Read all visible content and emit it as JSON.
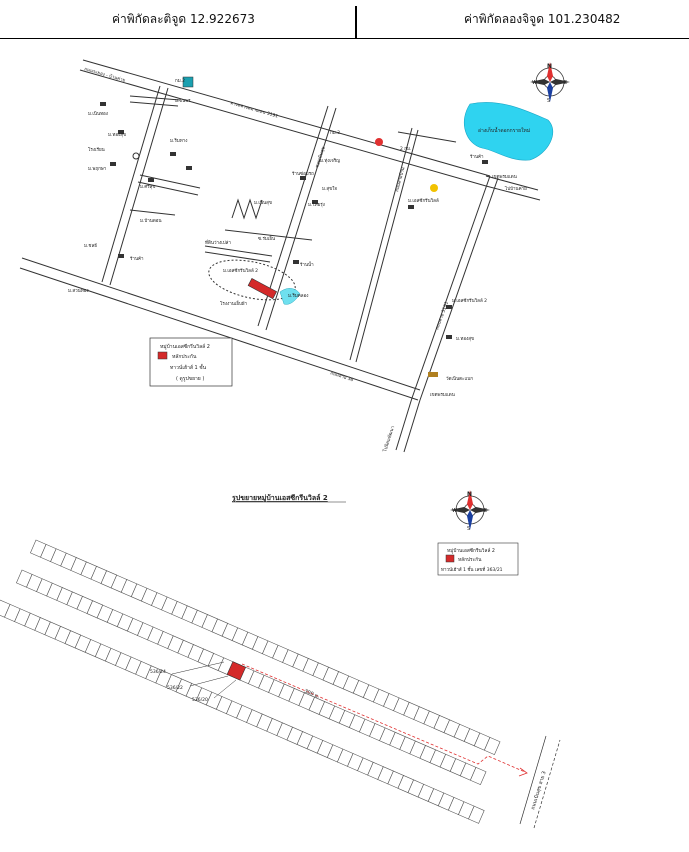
{
  "header": {
    "latitude_text": "ค่าพิกัดละติจูด 12.922673",
    "longitude_text": "ค่าพิกัดลองจิจูด 101.230482"
  },
  "map1": {
    "labels": {
      "road_top": "ถนนระยอง - บ้านค่าย",
      "road_main": "ทางหลวงหมายเลข 3191",
      "km_1": "กม.2",
      "km_2": "กม.3",
      "km_3": "2 กม.",
      "lake": "อ่างเก็บน้ำดอกกรายใหม่",
      "school": "โรงเรียน",
      "shop_1": "ร้านค้า",
      "shop_2": "ร้านค้า",
      "village_1": "ม.เอสซีกรีนวิลล์",
      "temple": "วัดเนินตะแบก",
      "right_road_1": "เขตพรมแดน",
      "right_road_2": "ไปบ้านค่าย",
      "road_right_v": "ถนนสาย 3191",
      "road_bottom": "ถนนสาย 36",
      "road_left": "ถนนสายบ้าน",
      "bottom_right_label": "เขตพรมแดน",
      "bottom_v_label": "ไปนิคมพัฒนา",
      "mid_v_label": "ซอยเนินสุข",
      "mid_label_1": "ม.เนินสุข",
      "mid_label_2": "ซ.ร่มเย็น",
      "mid_label_3": "ที่ดินว่างเปล่า",
      "mid_label_4": "ม.เอสซีกรีนวิลล์ 2",
      "mid_label_5": "โรงงานเย็บผ้า",
      "mid_label_6": "ม.ทองสุข",
      "mid_label_7": "ม.พฤกษา",
      "mid_label_8": "ม.ศรีสุข",
      "mid_label_9": "ร้านน้ำ",
      "mid_label_10": "ม.ริมคลอง",
      "mid_label_11": "ร้านซ่อมรถ",
      "mid_label_12": "ม.สุขใจ",
      "mid_label_13": "ม.เนินทอง",
      "mid_label_14": "ม.บ้านดอน",
      "mid_label_15": "ม.ชลธี",
      "mid_label_16": "ม.สวนทอง",
      "mid_label_17": "ม.ธนพร",
      "mid_label_18": "ม.ริมทาง",
      "mid_label_19": "ม.ทุ่งเจริญ",
      "mid_label_20": "ม.ไทยรุ่ง"
    },
    "legend": {
      "title": "หมู่บ้านเอสซีกรีนวิลล์ 2",
      "item": "หลักประกัน",
      "desc": "ทาวน์เฮ้าส์ 1 ชั้น",
      "note": "( ดูรูปขยาย )"
    }
  },
  "map2": {
    "title": "รูปขยายหมู่บ้านเอสซีกรีนวิลล์ 2",
    "legend": {
      "title": "หมู่บ้านเอสซีกรีนวิลล์ 2",
      "item": "หลักประกัน",
      "desc": "ทาวน์เฮ้าส์ 1 ชั้น เลขที่ 363/21"
    },
    "plot_labels": [
      "536/24",
      "536/22",
      "536/20"
    ],
    "distance_label": "300 ม.",
    "road_label": "ถนนเนินสุข สาย 3"
  },
  "compass": {
    "n": "N",
    "s": "S",
    "e": "E",
    "w": "W"
  },
  "colors": {
    "collateral": "#d42a2a",
    "lake": "#2fd3f0",
    "route": "#e03030"
  }
}
